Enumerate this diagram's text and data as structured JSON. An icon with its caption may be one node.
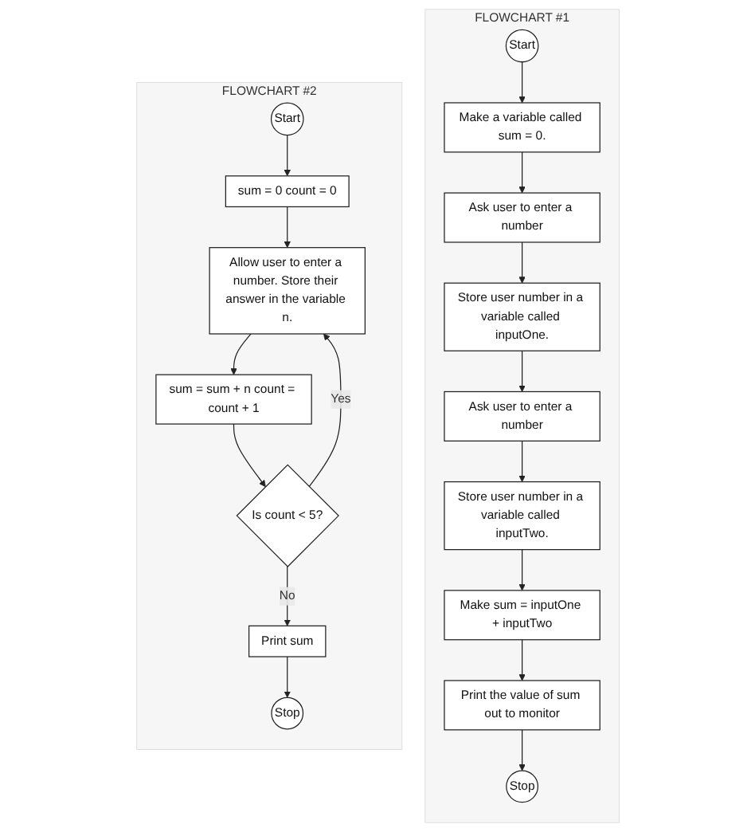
{
  "diagram": {
    "nodes": [
      {
        "text": [
          "FLOWCHART #1"
        ]
      },
      {
        "text": [
          "Start"
        ],
        "in": 0
      },
      {
        "text": [
          "Make a variable called sum = 0."
        ],
        "in": 0
      },
      {
        "text": [
          "Ask user to enter a number"
        ],
        "in": 0
      },
      {
        "text": [
          "Store user number in a variable called inputOne."
        ],
        "in": 0
      },
      {
        "text": [
          "Ask user to enter a number"
        ],
        "in": 0
      },
      {
        "text": [
          "Store user number in a variable called inputTwo."
        ],
        "in": 0
      },
      {
        "text": [
          "Make sum = inputOne + inputTwo"
        ],
        "in": 0
      },
      {
        "text": [
          "Print the value of sum out to monitor"
        ],
        "in": 0
      },
      {
        "text": [
          "Stop"
        ],
        "in": 0
      },
      {
        "text": [
          "FLOWCHART #2"
        ]
      },
      {
        "text": [
          "Start"
        ],
        "in": 10
      },
      {
        "text": [
          "sum = 0 count = 0"
        ],
        "in": 10
      },
      {
        "text": [
          "Allow user to enter a number. Store their answer in the variable n."
        ],
        "in": 10
      },
      {
        "text": [
          "sum = sum + n count = count + 1"
        ],
        "in": 10
      },
      {
        "text": [
          "Is count < 5?"
        ],
        "in": 10
      },
      {
        "text": [
          "Print sum"
        ],
        "in": 10
      },
      {
        "text": [
          "Stop"
        ],
        "in": 10
      }
    ],
    "edges": [
      {
        "from": 1,
        "to": 2,
        "arrow": "to"
      },
      {
        "from": 2,
        "to": 3,
        "arrow": "to"
      },
      {
        "from": 3,
        "to": 4,
        "arrow": "to"
      },
      {
        "from": 4,
        "to": 5,
        "arrow": "to"
      },
      {
        "from": 5,
        "to": 6,
        "arrow": "to"
      },
      {
        "from": 6,
        "to": 7,
        "arrow": "to"
      },
      {
        "from": 7,
        "to": 8,
        "arrow": "to"
      },
      {
        "from": 8,
        "to": 9,
        "arrow": "to"
      },
      {
        "from": 11,
        "to": 12,
        "arrow": "to"
      },
      {
        "from": 12,
        "to": 13,
        "arrow": "to"
      },
      {
        "from": 13,
        "to": 14,
        "arrow": "to"
      },
      {
        "from": 14,
        "to": 15,
        "arrow": "to"
      },
      {
        "from": 15,
        "to": 13,
        "label": "Yes",
        "arrow": "to"
      },
      {
        "from": 15,
        "to": 16,
        "label": "No",
        "arrow": "to"
      },
      {
        "from": 16,
        "to": 17,
        "arrow": "to"
      }
    ]
  }
}
